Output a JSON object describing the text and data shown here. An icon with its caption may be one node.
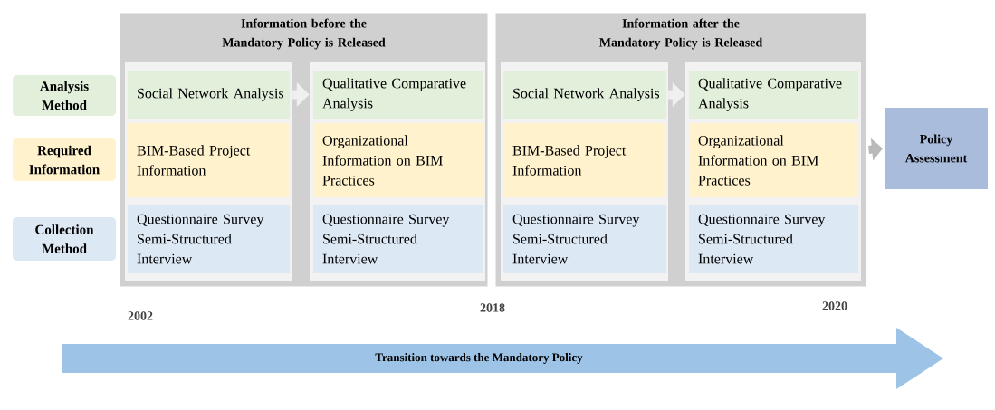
{
  "diagram": {
    "nodes": [
      {
        "text": [
          "Analysis Method"
        ]
      },
      {
        "text": [
          "Required Information"
        ]
      },
      {
        "text": [
          "Collection Method"
        ]
      },
      {
        "text": [
          "Information before the Mandatory Policy is Released"
        ]
      },
      {
        "text": [],
        "shape": "box",
        "in": 3
      },
      {
        "text": [
          "Social Network Analysis"
        ],
        "in": 4
      },
      {
        "text": [
          "BIM-Based Project Information"
        ],
        "in": 4
      },
      {
        "text": [
          "Questionnaire Survey Semi-Structured Interview"
        ],
        "in": 4
      },
      {
        "text": [],
        "shape": "box",
        "in": 3
      },
      {
        "text": [
          "Qualitative Comparative Analysis"
        ],
        "in": 8
      },
      {
        "text": [
          "Organizational Information on BIM Practices"
        ],
        "in": 8
      },
      {
        "text": [
          "Questionnaire Survey Semi-Structured Interview"
        ],
        "in": 8
      },
      {
        "text": [
          "Information after the Mandatory Policy is Released"
        ]
      },
      {
        "text": [],
        "shape": "box",
        "in": 12
      },
      {
        "text": [
          "Social Network Analysis"
        ],
        "in": 13
      },
      {
        "text": [
          "BIM-Based Project Information"
        ],
        "in": 13
      },
      {
        "text": [
          "Questionnaire Survey Semi-Structured Interview"
        ],
        "in": 13
      },
      {
        "text": [],
        "shape": "box",
        "in": 12
      },
      {
        "text": [
          "Qualitative Comparative Analysis"
        ],
        "in": 17
      },
      {
        "text": [
          "Organizational Information on BIM Practices"
        ],
        "in": 17
      },
      {
        "text": [
          "Questionnaire Survey Semi-Structured Interview"
        ],
        "in": 17
      },
      {
        "text": [
          "Policy Assessment"
        ]
      },
      {
        "text": [
          "Transition towards the Mandatory Policy"
        ]
      }
    ],
    "edges": [
      {
        "from": 4,
        "to": 8,
        "arrow": "to"
      },
      {
        "from": 13,
        "to": 17,
        "arrow": "to"
      },
      {
        "from": 12,
        "to": 21,
        "arrow": "to"
      }
    ],
    "labels": [
      "2018",
      "2020",
      "2002"
    ]
  }
}
